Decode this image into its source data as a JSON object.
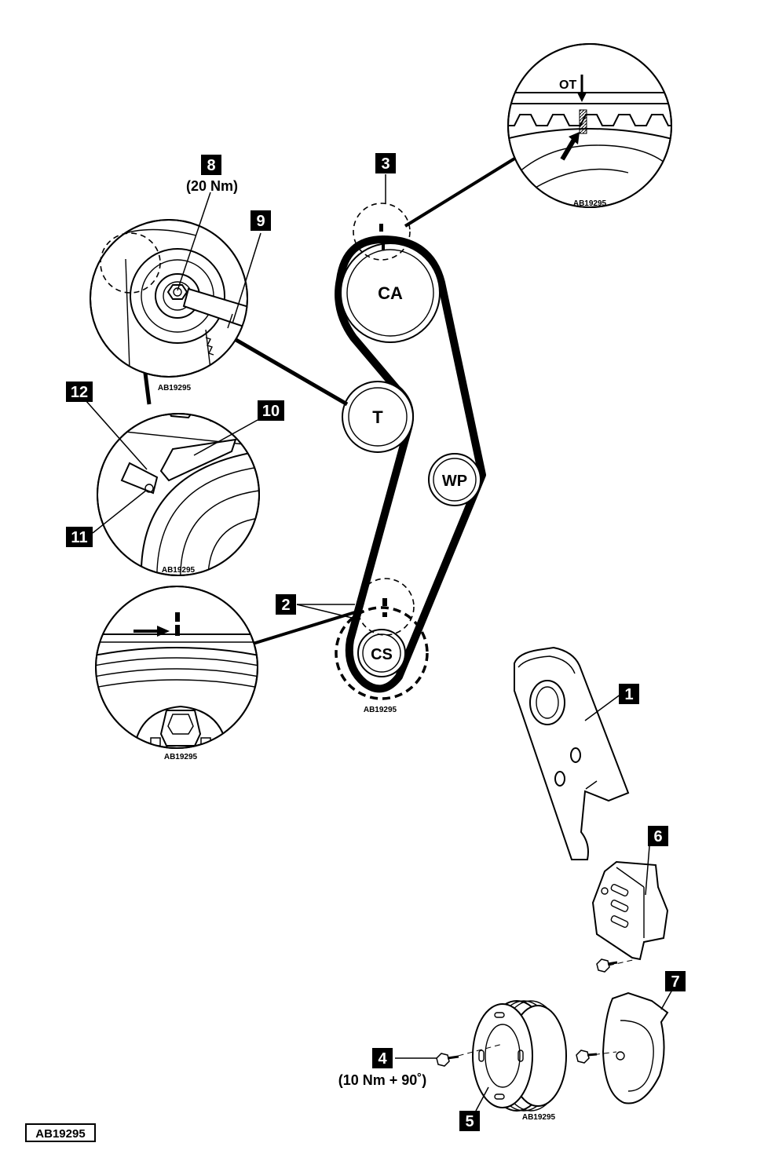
{
  "pulleys": {
    "camshaft": "CA",
    "tensioner": "T",
    "water_pump": "WP",
    "crankshaft": "CS"
  },
  "callouts": {
    "c1": "1",
    "c2": "2",
    "c3": "3",
    "c4": "4",
    "c5": "5",
    "c6": "6",
    "c7": "7",
    "c8": "8",
    "c9": "9",
    "c10": "10",
    "c11": "11",
    "c12": "12"
  },
  "torques": {
    "tensioner_nut": "(20 Nm)",
    "crank_pulley_bolt": "(10 Nm + 90˚)"
  },
  "detail_labels": {
    "tdc_mark": "OT"
  },
  "references": {
    "cam_detail": "AB19295",
    "tensioner_detail": "AB19295",
    "tensioner_pointer_detail": "AB19295",
    "crank_detail": "AB19295",
    "belt_routing": "AB19295",
    "pulley_parts": "AB19295",
    "figure_id": "AB19295"
  },
  "icons": [
    "arrow-icon",
    "bolt-icon",
    "nut-icon"
  ]
}
